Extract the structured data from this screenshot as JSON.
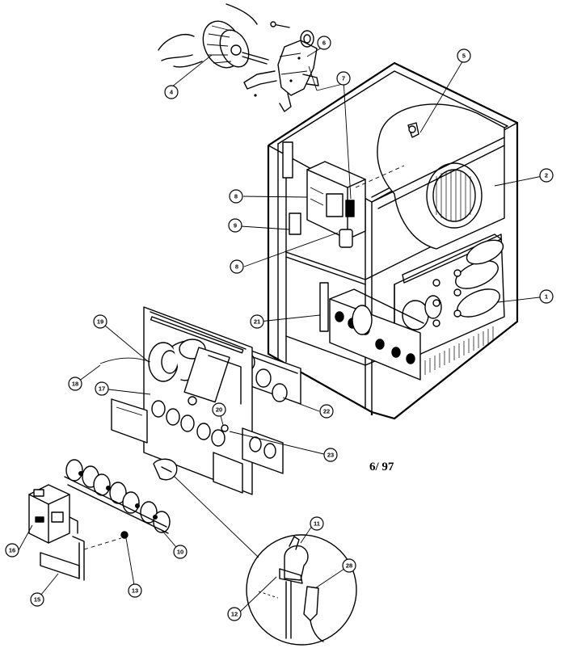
{
  "diagram": {
    "date_code": "6/ 97",
    "callouts": [
      {
        "id": "1",
        "label": "1"
      },
      {
        "id": "2",
        "label": "2"
      },
      {
        "id": "4",
        "label": "4"
      },
      {
        "id": "5",
        "label": "5"
      },
      {
        "id": "6",
        "label": "6"
      },
      {
        "id": "7",
        "label": "7"
      },
      {
        "id": "8a",
        "label": "8"
      },
      {
        "id": "8b",
        "label": "8"
      },
      {
        "id": "9",
        "label": "9"
      },
      {
        "id": "10",
        "label": "10"
      },
      {
        "id": "11",
        "label": "11"
      },
      {
        "id": "12",
        "label": "12"
      },
      {
        "id": "13",
        "label": "13"
      },
      {
        "id": "15",
        "label": "15"
      },
      {
        "id": "16",
        "label": "16"
      },
      {
        "id": "17",
        "label": "17"
      },
      {
        "id": "18",
        "label": "18"
      },
      {
        "id": "19",
        "label": "19"
      },
      {
        "id": "20",
        "label": "20"
      },
      {
        "id": "21",
        "label": "21"
      },
      {
        "id": "22",
        "label": "22"
      },
      {
        "id": "23",
        "label": "23"
      },
      {
        "id": "28",
        "label": "28"
      }
    ]
  }
}
